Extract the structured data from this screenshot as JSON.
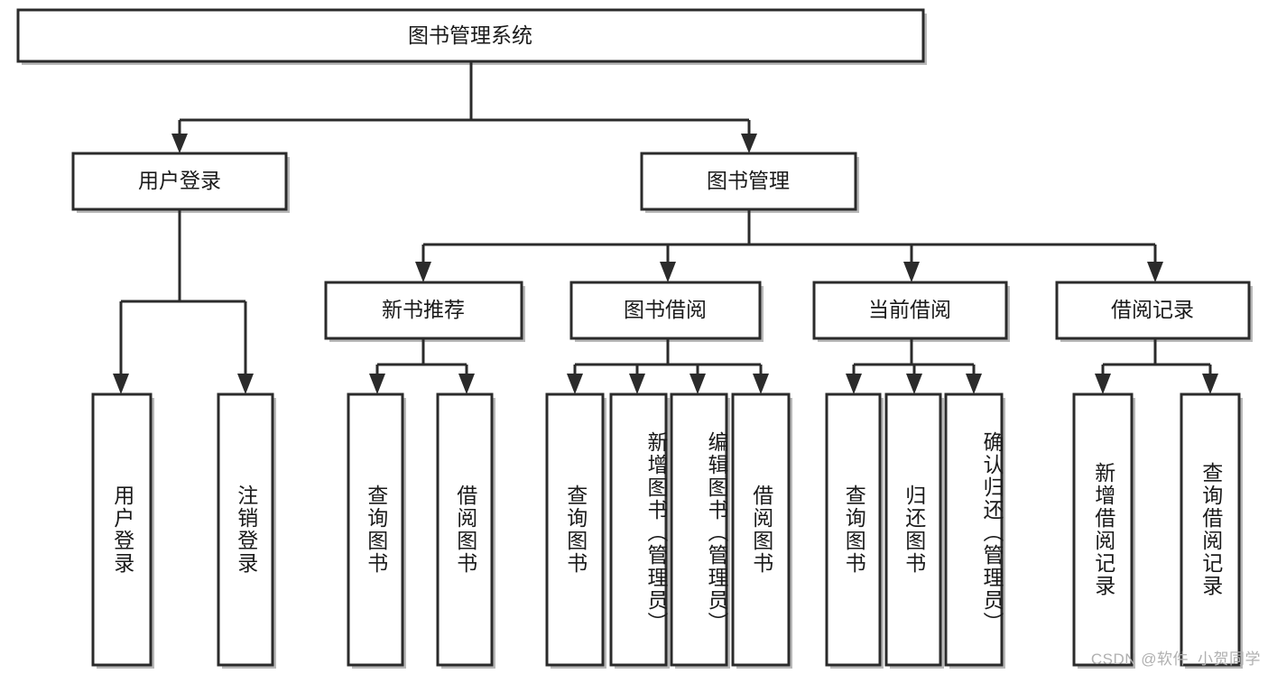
{
  "diagram": {
    "title": "图书管理系统",
    "type": "hierarchy-tree",
    "orientation": "top-down",
    "colors": {
      "box_stroke": "#2b2b2b",
      "box_fill": "#ffffff",
      "text": "#1a1a1a",
      "shadow": "#b9b9b9",
      "watermark": "#b0b0b0"
    },
    "levels": [
      {
        "level": 1,
        "nodes": [
          {
            "id": "root",
            "label": "图书管理系统",
            "orientation": "horizontal"
          }
        ]
      },
      {
        "level": 2,
        "nodes": [
          {
            "id": "user-login",
            "label": "用户登录",
            "orientation": "horizontal",
            "parent": "root"
          },
          {
            "id": "book-manage",
            "label": "图书管理",
            "orientation": "horizontal",
            "parent": "root"
          }
        ]
      },
      {
        "level": 3,
        "nodes": [
          {
            "id": "new-book-rec",
            "label": "新书推荐",
            "orientation": "horizontal",
            "parent": "book-manage"
          },
          {
            "id": "book-borrow",
            "label": "图书借阅",
            "orientation": "horizontal",
            "parent": "book-manage"
          },
          {
            "id": "current-borrow",
            "label": "当前借阅",
            "orientation": "horizontal",
            "parent": "book-manage"
          },
          {
            "id": "borrow-record",
            "label": "借阅记录",
            "orientation": "horizontal",
            "parent": "book-manage"
          }
        ]
      },
      {
        "level": 4,
        "nodes": [
          {
            "id": "leaf-user-login",
            "label": "用户登录",
            "orientation": "vertical",
            "parent": "user-login"
          },
          {
            "id": "leaf-logout",
            "label": "注销登录",
            "orientation": "vertical",
            "parent": "user-login"
          },
          {
            "id": "leaf-query-book-1",
            "label": "查询图书",
            "orientation": "vertical",
            "parent": "new-book-rec"
          },
          {
            "id": "leaf-borrow-book-1",
            "label": "借阅图书",
            "orientation": "vertical",
            "parent": "new-book-rec"
          },
          {
            "id": "leaf-query-book-2",
            "label": "查询图书",
            "orientation": "vertical",
            "parent": "book-borrow"
          },
          {
            "id": "leaf-add-book",
            "label": "新增图书（管理员）",
            "orientation": "vertical",
            "parent": "book-borrow"
          },
          {
            "id": "leaf-edit-book",
            "label": "编辑图书（管理员）",
            "orientation": "vertical",
            "parent": "book-borrow"
          },
          {
            "id": "leaf-borrow-book-2",
            "label": "借阅图书",
            "orientation": "vertical",
            "parent": "book-borrow"
          },
          {
            "id": "leaf-query-book-3",
            "label": "查询图书",
            "orientation": "vertical",
            "parent": "current-borrow"
          },
          {
            "id": "leaf-return-book",
            "label": "归还图书",
            "orientation": "vertical",
            "parent": "current-borrow"
          },
          {
            "id": "leaf-confirm-return",
            "label": "确认归还（管理员）",
            "orientation": "vertical",
            "parent": "current-borrow"
          },
          {
            "id": "leaf-add-record",
            "label": "新增借阅记录",
            "orientation": "vertical",
            "parent": "borrow-record"
          },
          {
            "id": "leaf-query-record",
            "label": "查询借阅记录",
            "orientation": "vertical",
            "parent": "borrow-record"
          }
        ]
      }
    ],
    "watermark": "CSDN @软件_小贺同学"
  }
}
